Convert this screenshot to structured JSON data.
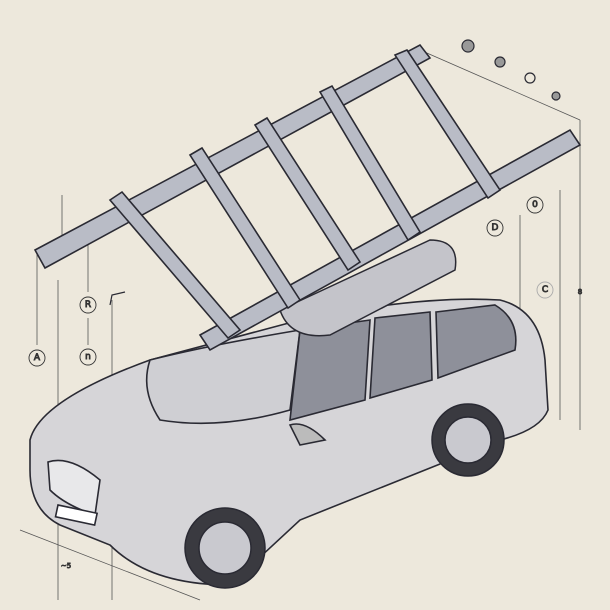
{
  "labels": {
    "a": "A",
    "r": "R",
    "n": "n",
    "d": "D",
    "o": "0",
    "c": "C",
    "dim_bottom": "~5",
    "dim_right": "8"
  },
  "colors": {
    "background": "#ede8dc",
    "ink": "#2a2a33",
    "metal": "#b9bcc6",
    "body": "#d6d5d8",
    "glass": "#8e909a",
    "tire": "#3a3a40"
  }
}
